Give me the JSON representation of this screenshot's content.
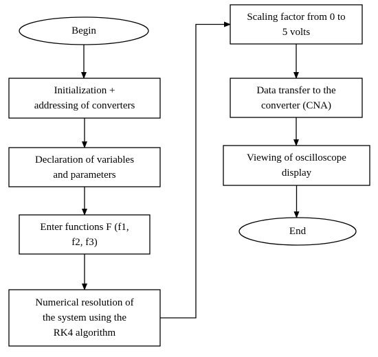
{
  "nodes": [
    {
      "id": "begin",
      "shape": "terminal",
      "text": "Begin"
    },
    {
      "id": "init",
      "shape": "process",
      "text": "Initialization +\naddressing of converters"
    },
    {
      "id": "declare",
      "shape": "process",
      "text": "Declaration of variables\nand parameters"
    },
    {
      "id": "functions",
      "shape": "process",
      "text": "Enter functions F (f1,\nf2, f3)"
    },
    {
      "id": "resolution",
      "shape": "process",
      "text": "Numerical resolution of\nthe system using the\nRK4 algorithm"
    },
    {
      "id": "scaling",
      "shape": "process",
      "text": "Scaling factor from 0 to\n5 volts"
    },
    {
      "id": "transfer",
      "shape": "process",
      "text": "Data transfer to the\nconverter (CNA)"
    },
    {
      "id": "viewing",
      "shape": "process",
      "text": "Viewing of oscilloscope\ndisplay"
    },
    {
      "id": "end",
      "shape": "terminal",
      "text": "End"
    }
  ],
  "edges": [
    {
      "from": "begin",
      "to": "init"
    },
    {
      "from": "init",
      "to": "declare"
    },
    {
      "from": "declare",
      "to": "functions"
    },
    {
      "from": "functions",
      "to": "resolution"
    },
    {
      "from": "resolution",
      "to": "scaling"
    },
    {
      "from": "scaling",
      "to": "transfer"
    },
    {
      "from": "transfer",
      "to": "viewing"
    },
    {
      "from": "viewing",
      "to": "end"
    }
  ]
}
